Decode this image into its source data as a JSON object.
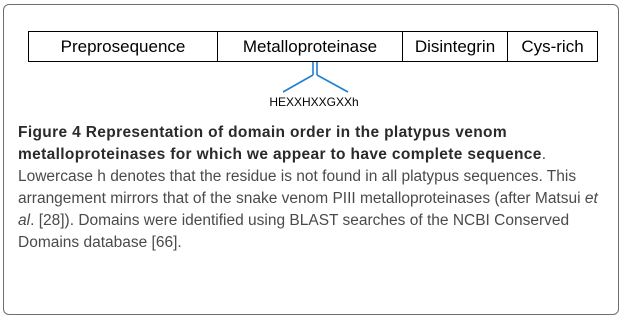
{
  "diagram": {
    "domains": [
      {
        "label": "Preprosequence"
      },
      {
        "label": "Metalloproteinase"
      },
      {
        "label": "Disintegrin"
      },
      {
        "label": "Cys-rich"
      }
    ],
    "motif": "HEXXHXXGXXh"
  },
  "caption": {
    "figure_title": "Figure 4 Representation of domain order in the platypus venom metalloproteinases for which we appear to have complete sequence",
    "period": ".",
    "body_1": " Lowercase h denotes that the residue is not found in all platypus sequences. This arrangement mirrors that of the snake venom PIII metalloproteinases (after Matsui ",
    "et_al": "et al",
    "body_2": ". [28]). Domains were identified using BLAST searches of the NCBI Conserved Domains database [66]."
  }
}
